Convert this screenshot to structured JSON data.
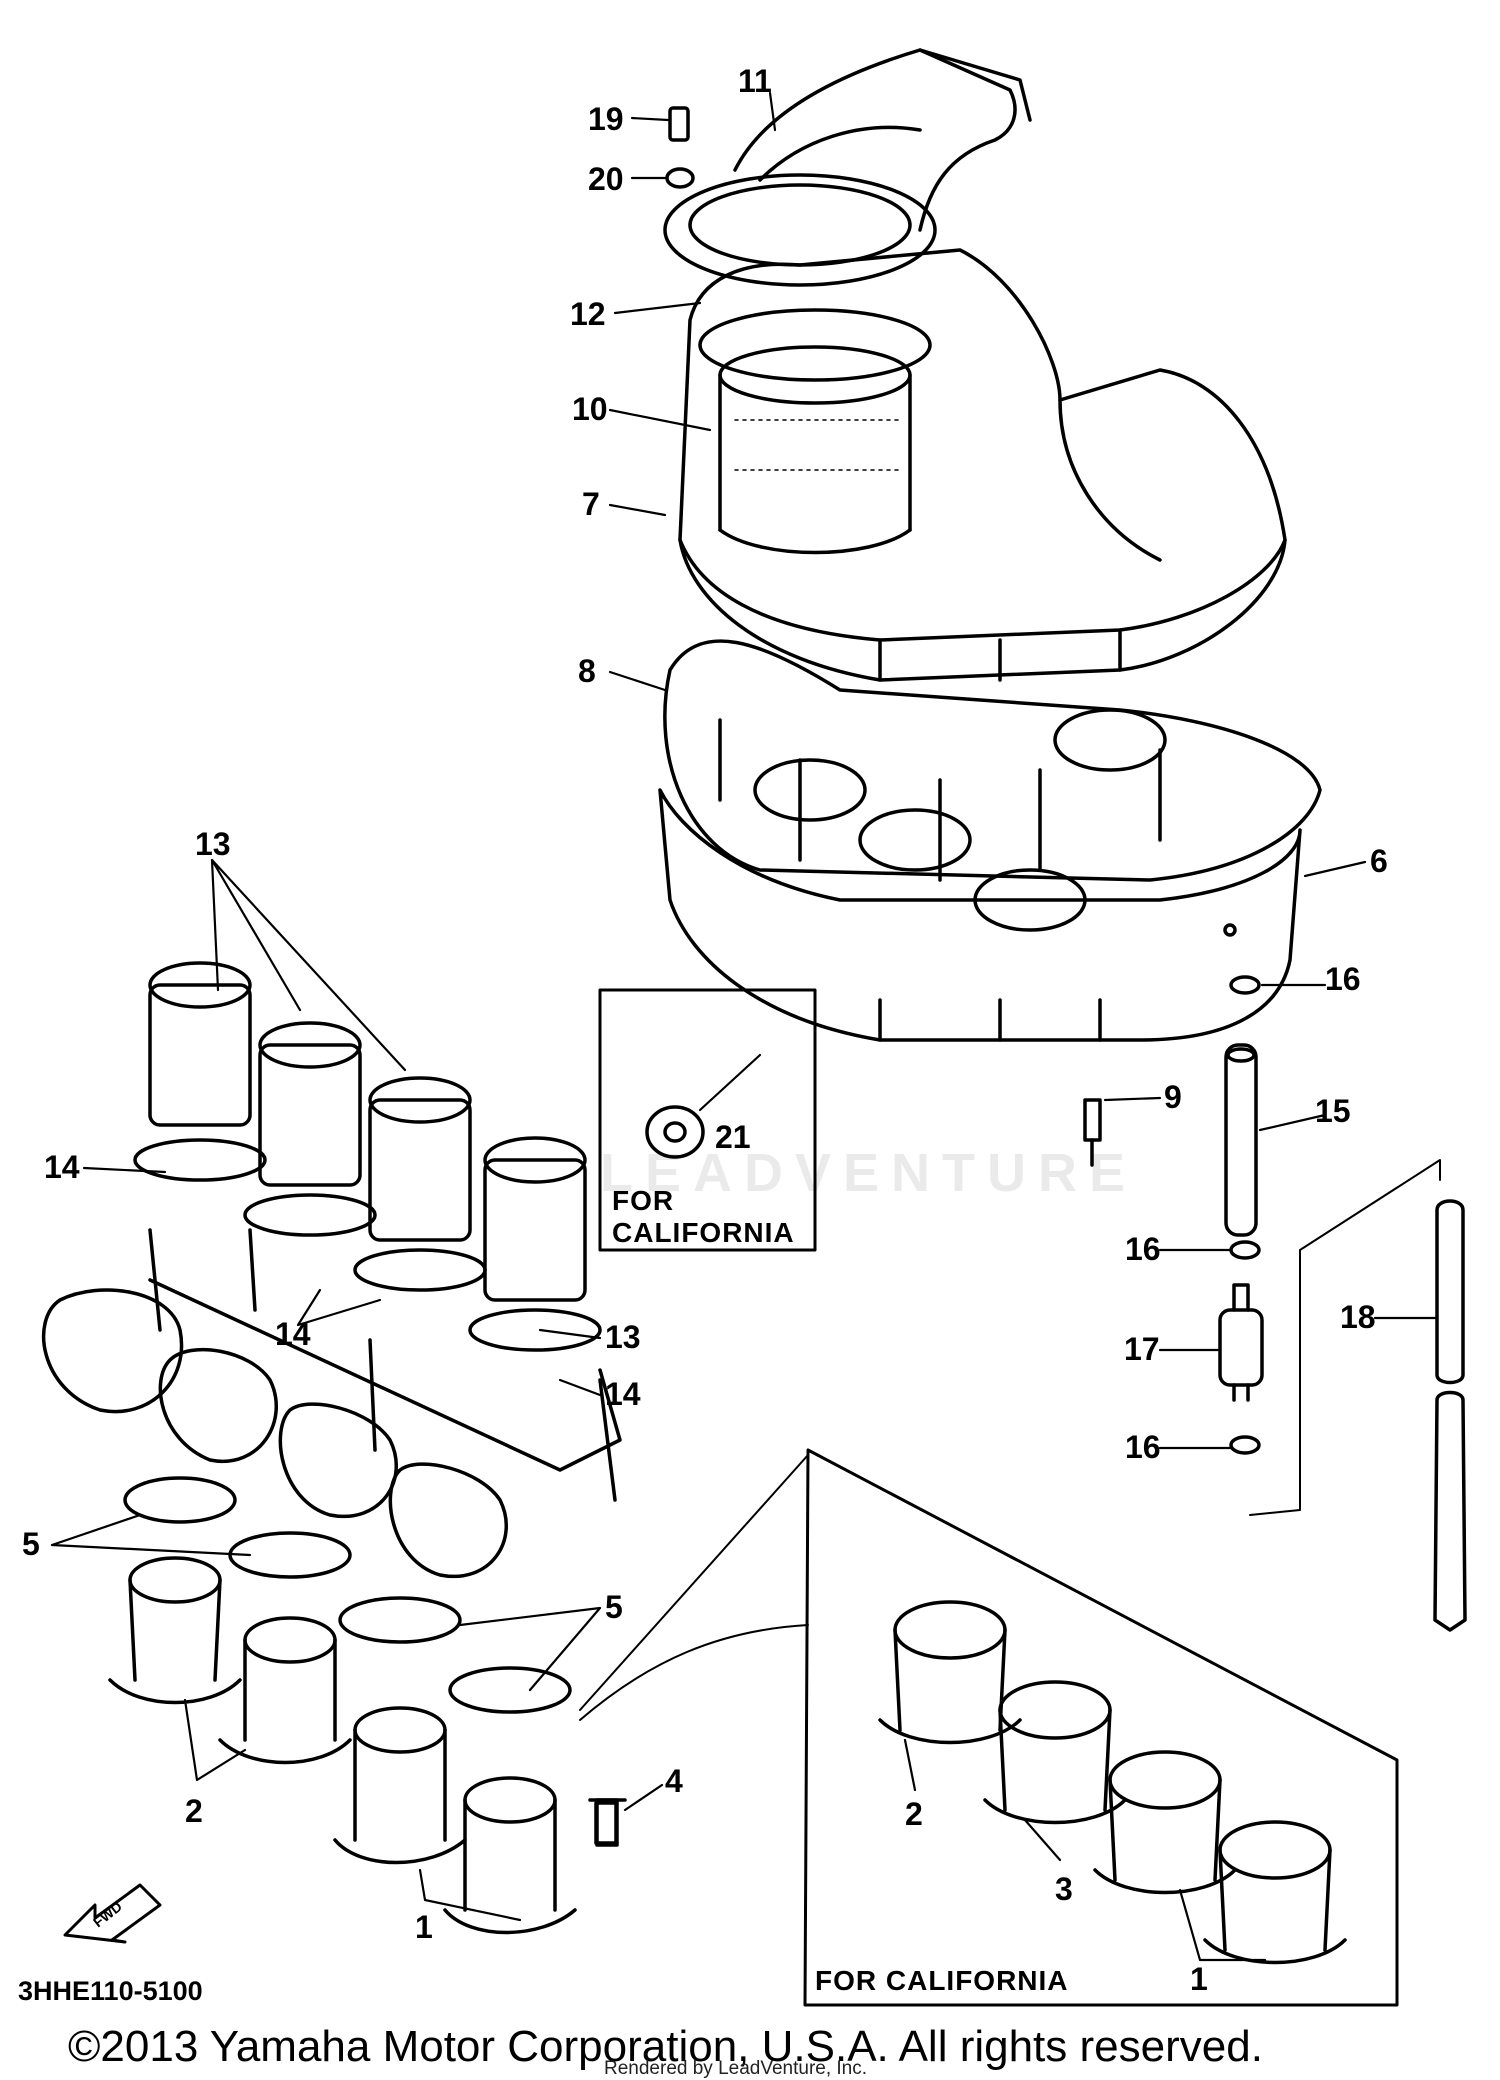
{
  "callouts": {
    "c1": "1",
    "c1b": "1",
    "c2": "2",
    "c2b": "2",
    "c3": "3",
    "c4": "4",
    "c5": "5",
    "c5b": "5",
    "c6": "6",
    "c7": "7",
    "c8": "8",
    "c9": "9",
    "c10": "10",
    "c11": "11",
    "c12": "12",
    "c13": "13",
    "c13b": "13",
    "c14": "14",
    "c14b": "14",
    "c14c": "14",
    "c15": "15",
    "c16": "16",
    "c16b": "16",
    "c16c": "16",
    "c17": "17",
    "c18": "18",
    "c19": "19",
    "c20": "20",
    "c21": "21"
  },
  "boxes": {
    "california_top_line1": "FOR",
    "california_top_line2": "CALIFORNIA",
    "california_bottom": "FOR CALIFORNIA"
  },
  "watermark": "LEADVENTURE",
  "fwd_label": "FWD",
  "part_code": "3HHE110-5100",
  "copyright": "©2013 Yamaha Motor Corporation, U.S.A. All rights reserved.",
  "rendered_by": "Rendered by LeadVenture, Inc."
}
